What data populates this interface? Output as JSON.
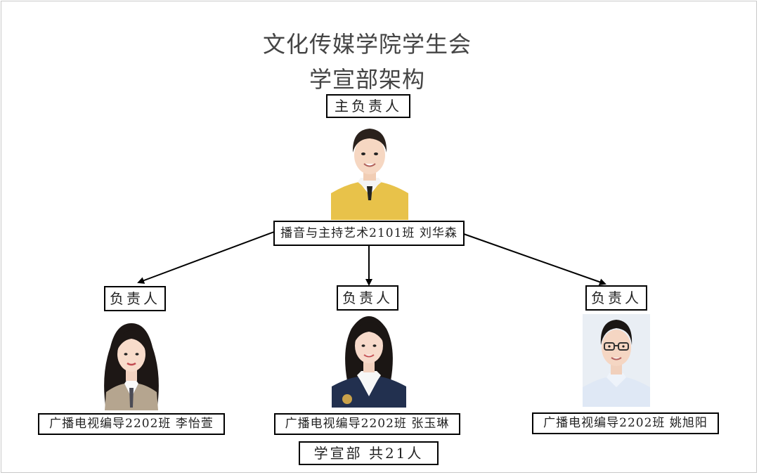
{
  "title_line1": "文化传媒学院学生会",
  "title_line2": "学宣部架构",
  "head": {
    "role": "主负责人",
    "name": "播音与主持艺术2101班 刘华森"
  },
  "members": [
    {
      "role": "负责人",
      "name": "广播电视编导2202班 李怡萱"
    },
    {
      "role": "负责人",
      "name": "广播电视编导2202班 张玉琳"
    },
    {
      "role": "负责人",
      "name": "广播电视编导2202班 姚旭阳"
    }
  ],
  "total": "学宣部 共21人",
  "colors": {
    "head_sweater": "#e8c24a",
    "member1_bg": "#ffffff",
    "member3_bg": "#e9eef4",
    "line": "#000000"
  }
}
